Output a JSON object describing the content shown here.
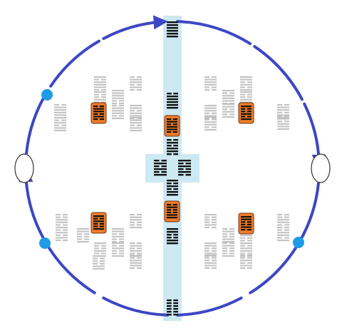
{
  "colors": {
    "circle": "#3d47c4",
    "band": "#cde9f2",
    "dot": "#1f9ce6",
    "highlight_fill": "#f07c2a",
    "highlight_stroke": "#6b3212",
    "faint_line": "#c2c2c2",
    "dark_line": "#111111",
    "oval_stroke": "#333333"
  },
  "hexagrams": {
    "center_column": [
      "111111",
      "011111",
      "010110",
      "101011",
      "110011",
      "011101",
      "100110",
      "000000"
    ],
    "center_pair": [
      "010101",
      "101010"
    ],
    "highlighted": [
      "011010",
      "100101",
      "010110",
      "101001",
      "010011",
      "110010"
    ],
    "quadrant_top_left": [
      "101110",
      "011010",
      "111100",
      "011111",
      "110110",
      "100101",
      "011101",
      "101011",
      "111011",
      "110111"
    ],
    "quadrant_top_right": [
      "011100",
      "110101",
      "101110",
      "011011",
      "111010",
      "100111",
      "110101",
      "010111",
      "101101",
      "011110"
    ],
    "quadrant_bottom_left": [
      "001101",
      "011001",
      "110100",
      "100100",
      "010101",
      "001010",
      "101001",
      "100011",
      "001110",
      "110001"
    ],
    "quadrant_bottom_right": [
      "100010",
      "001100",
      "010011",
      "101100",
      "110010",
      "001101",
      "010001",
      "100110",
      "001010",
      "011001"
    ]
  }
}
